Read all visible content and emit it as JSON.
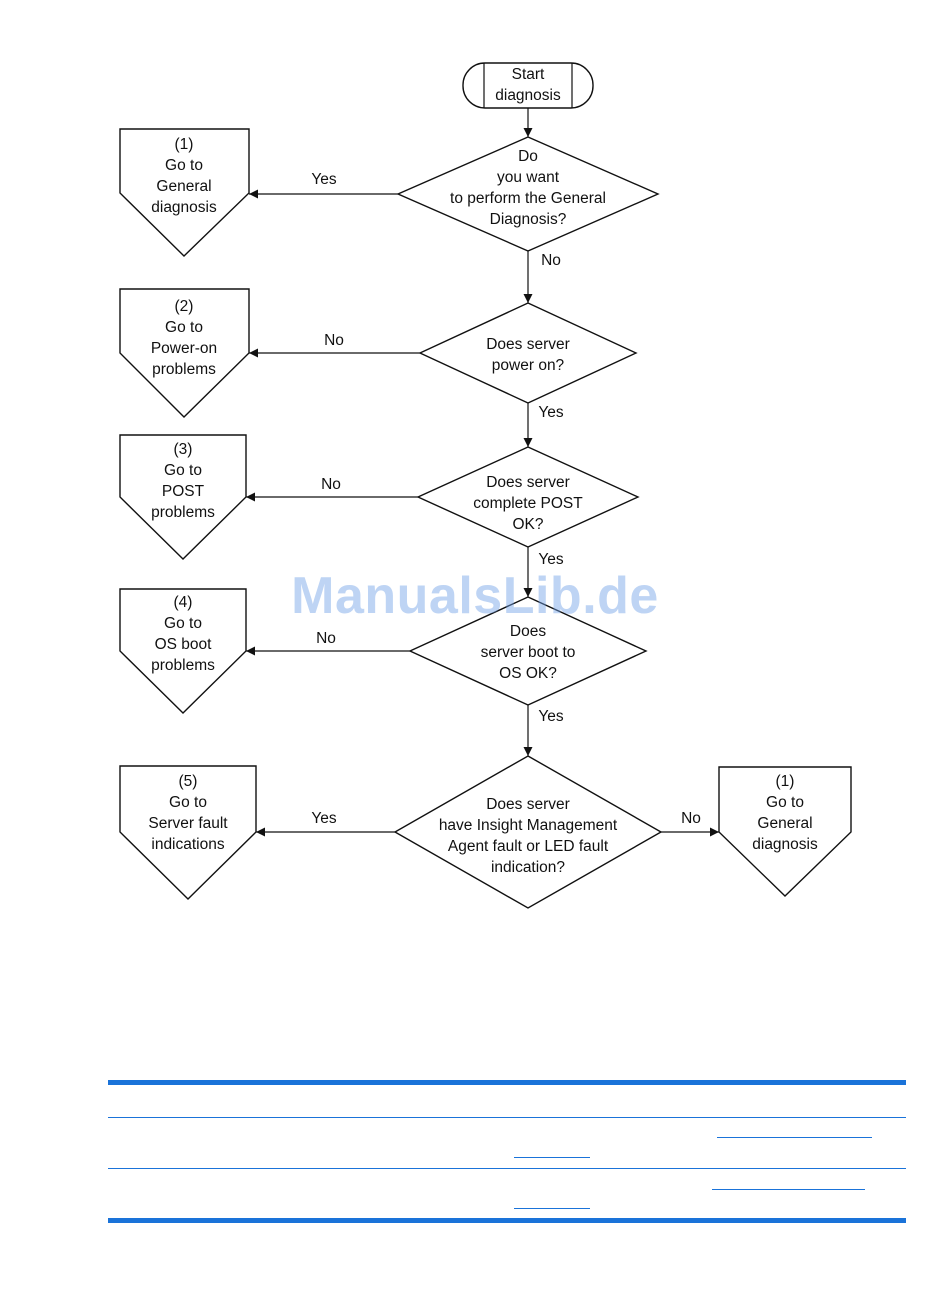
{
  "watermark": "ManualsLib.de",
  "nodes": {
    "start": [
      "Start",
      "diagnosis"
    ],
    "q1": [
      "Do",
      "you want",
      "to perform the General",
      "Diagnosis?"
    ],
    "q2": [
      "Does server",
      "power on?"
    ],
    "q3": [
      "Does server",
      "complete POST",
      "OK?"
    ],
    "q4": [
      "Does",
      "server boot to",
      "OS OK?"
    ],
    "q5": [
      "Does server",
      "have Insight Management",
      "Agent fault or LED fault",
      "indication?"
    ],
    "t1": [
      "(1)",
      "Go to",
      "General",
      "diagnosis"
    ],
    "t2": [
      "(2)",
      "Go to",
      "Power-on",
      "problems"
    ],
    "t3": [
      "(3)",
      "Go to",
      "POST",
      "problems"
    ],
    "t4": [
      "(4)",
      "Go to",
      "OS boot",
      "problems"
    ],
    "t5": [
      "(5)",
      "Go to",
      "Server fault",
      "indications"
    ],
    "t6": [
      "(1)",
      "Go to",
      "General",
      "diagnosis"
    ]
  },
  "edges": {
    "q1_yes": "Yes",
    "q1_no": "No",
    "q2_no": "No",
    "q2_yes": "Yes",
    "q3_no": "No",
    "q3_yes": "Yes",
    "q4_no": "No",
    "q4_yes": "Yes",
    "q5_yes": "Yes",
    "q5_no": "No"
  }
}
